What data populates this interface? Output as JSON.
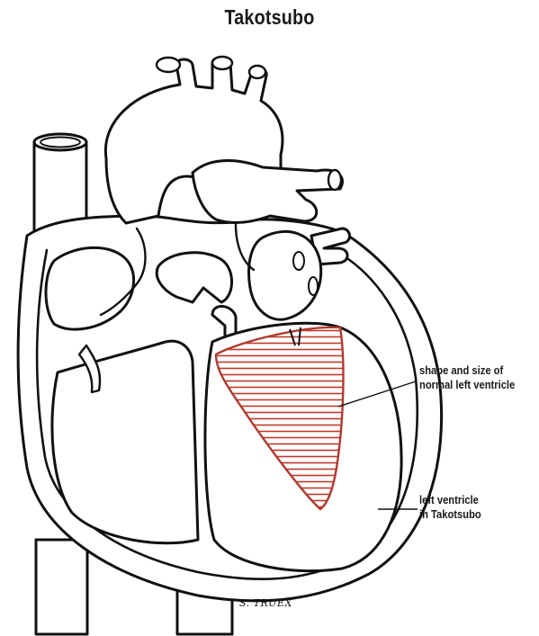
{
  "title": "Takotsubo",
  "labels": {
    "normal_lv": {
      "line1": "shape and size of",
      "line2": "normal left ventricle"
    },
    "takotsubo_lv": {
      "line1": "left ventricle",
      "line2": "in Takotsubo"
    }
  },
  "signature": "S. TRUEX",
  "colors": {
    "outline": "#111111",
    "hatch": "#c0392b",
    "background": "#ffffff"
  }
}
